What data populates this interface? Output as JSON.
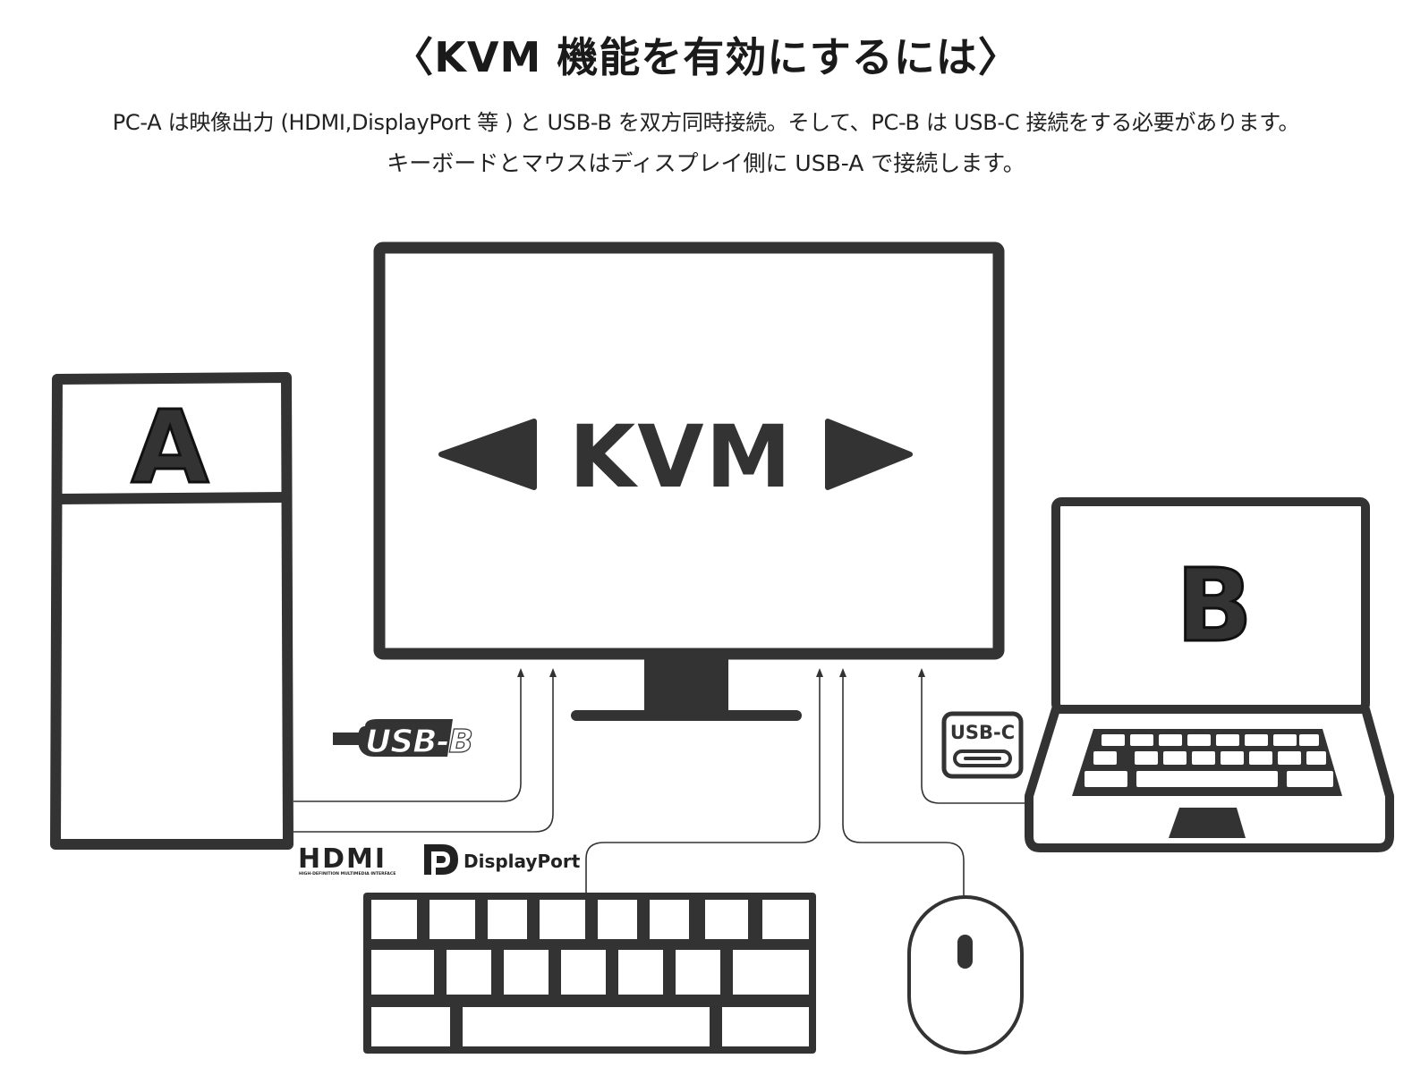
{
  "title": "〈KVM 機能を有効にするには〉",
  "description": {
    "line1": "PC-A は映像出力 (HDMI,DisplayPort 等 ) と USB-B を双方同時接続。そして、PC-B は USB-C 接続をする必要があります。",
    "line2": "キーボードとマウスはディスプレイ側に USB-A で接続します。"
  },
  "monitor": {
    "label": "KVM"
  },
  "pc_a": {
    "label": "A"
  },
  "pc_b": {
    "label": "B"
  },
  "connectors": {
    "usb_b": "USB-B",
    "usb_c": "USB-C",
    "hdmi": "HDMI",
    "hdmi_tagline": "HIGH-DEFINITION MULTIMEDIA INTERFACE",
    "displayport": "DisplayPort"
  },
  "colors": {
    "stroke": "#333333",
    "background": "#ffffff"
  }
}
